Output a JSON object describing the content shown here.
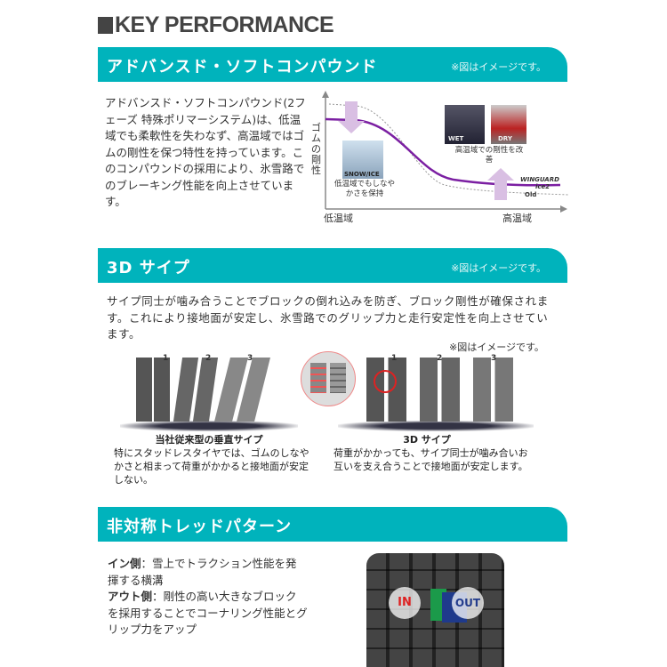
{
  "title": "KEY PERFORMANCE",
  "image_note": "※図はイメージです。",
  "section1": {
    "heading": "アドバンスド・ソフトコンパウンド",
    "body": "アドバンスド・ソフトコンパウンド(2フェーズ 特殊ポリマーシステム)は、低温域でも柔軟性を失わなず、高温域ではゴムの剛性を保つ特性を持っています。このコンパウンドの採用により、氷雪路でのブレーキング性能を向上させています。",
    "graph": {
      "y_label": "ゴムの剛性",
      "x_low": "低温域",
      "x_high": "高温域",
      "snow_badge": "SNOW/ICE",
      "snow_caption": "低温域でもしなやかさを保持",
      "wet_badge": "WET",
      "dry_badge": "DRY",
      "high_caption": "高温域での剛性を改善",
      "new_label_1": "WINGUARD",
      "new_label_2": "ice2",
      "old_label": "Old",
      "new_color": "#7b1fa2",
      "arrow_color": "#d9bfe3"
    }
  },
  "section2": {
    "heading": "3D サイプ",
    "body": "サイプ同士が噛み合うことでブロックの倒れ込みを防ぎ、ブロック剛性が確保されます。これにより接地面が安定し、氷雪路でのグリップ力と走行安定性を向上させています。",
    "steps": [
      "1",
      "2",
      "3"
    ],
    "left_caption": "当社従来型の垂直サイプ",
    "left_text": "特にスタッドレスタイヤでは、ゴムのしなやかさと相まって荷重がかかると接地面が安定しない。",
    "right_caption": "3D サイプ",
    "right_text": "荷重がかかっても、サイプ同士が噛み合いお互いを支え合うことで接地面が安定します。"
  },
  "section3": {
    "heading": "非対称トレッドパターン",
    "in_label": "イン側",
    "in_text": "：雪上でトラクション性能を発揮する横溝",
    "out_label": "アウト側",
    "out_text": "：剛性の高い大きなブロックを採用することでコーナリング性能とグリップ力をアップ",
    "tire_in": "IN",
    "tire_out": "OUT",
    "accent": "#00b3bc"
  }
}
